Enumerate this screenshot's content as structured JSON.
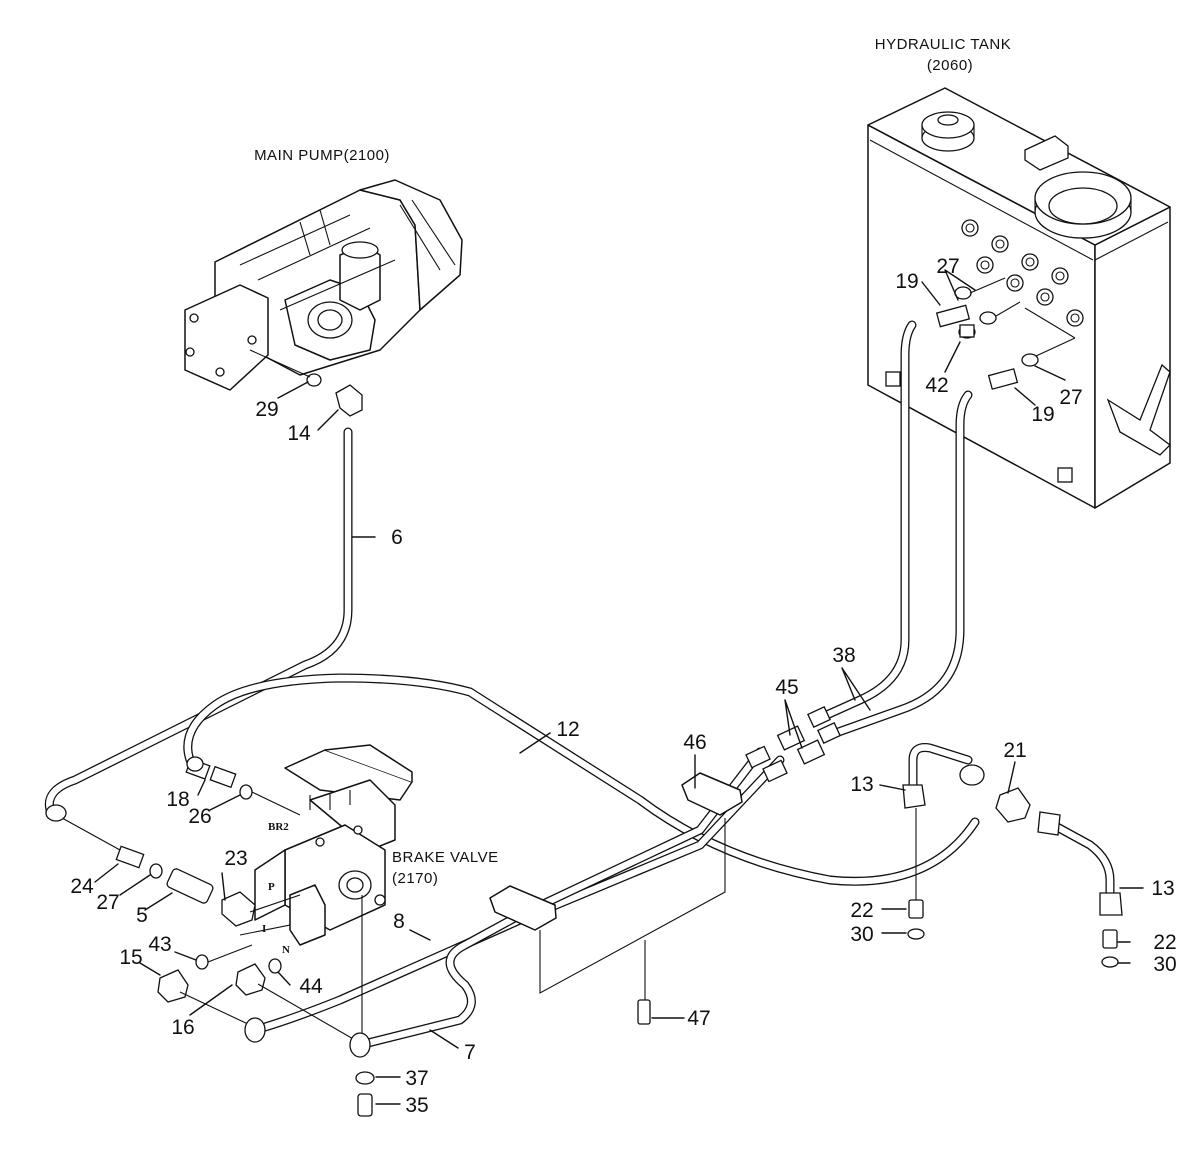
{
  "components": {
    "hydraulic_tank": {
      "name": "HYDRAULIC TANK",
      "code": "(2060)"
    },
    "main_pump": {
      "name": "MAIN PUMP(2100)"
    },
    "brake_valve": {
      "name": "BRAKE VALVE",
      "code": "(2170)"
    }
  },
  "ports": {
    "br2": "BR2",
    "p": "P",
    "i": "I",
    "n": "N"
  },
  "part_numbers": {
    "p27_tank_top": "27",
    "p19_tank_left": "19",
    "p42": "42",
    "p27_tank_right": "27",
    "p19_tank_right": "19",
    "p29": "29",
    "p14": "14",
    "p6": "6",
    "p38": "38",
    "p45": "45",
    "p12": "12",
    "p46": "46",
    "p13_left": "13",
    "p21": "21",
    "p13_right": "13",
    "p18": "18",
    "p26": "26",
    "p24": "24",
    "p27_left": "27",
    "p23": "23",
    "p5": "5",
    "p43": "43",
    "p15": "15",
    "p16": "16",
    "p44": "44",
    "p8": "8",
    "p7": "7",
    "p22_left": "22",
    "p30_left": "30",
    "p22_right": "22",
    "p30_right": "30",
    "p47": "47",
    "p37": "37",
    "p35": "35"
  }
}
